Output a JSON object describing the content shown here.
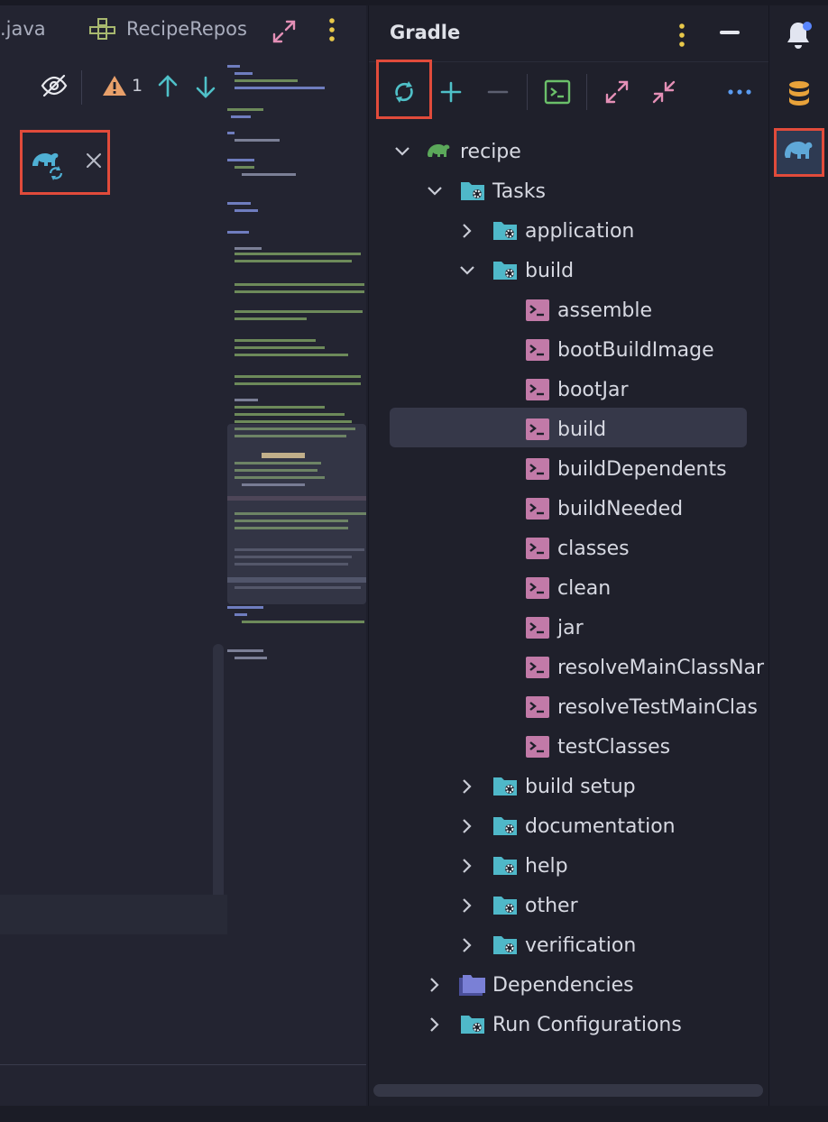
{
  "editor": {
    "tabs": [
      {
        "label": ".java"
      },
      {
        "label": "RecipeRepos"
      }
    ],
    "problems": {
      "warning_count": "1"
    }
  },
  "gradle": {
    "title": "Gradle",
    "tree": {
      "root": "recipe",
      "tasks": "Tasks",
      "groups": {
        "application": "application",
        "build": "build",
        "build_setup": "build setup",
        "documentation": "documentation",
        "help": "help",
        "other": "other",
        "verification": "verification"
      },
      "build_tasks": [
        "assemble",
        "bootBuildImage",
        "bootJar",
        "build",
        "buildDependents",
        "buildNeeded",
        "classes",
        "clean",
        "jar",
        "resolveMainClassNar",
        "resolveTestMainClas",
        "testClasses"
      ],
      "selected_task": "build",
      "dependencies": "Dependencies",
      "run_configurations": "Run Configurations"
    }
  },
  "colors": {
    "highlight_box": "#e14b3b",
    "accent_teal": "#4fb8c9",
    "task_icon": "#c27aa8",
    "gradle_green": "#5ba85a"
  }
}
